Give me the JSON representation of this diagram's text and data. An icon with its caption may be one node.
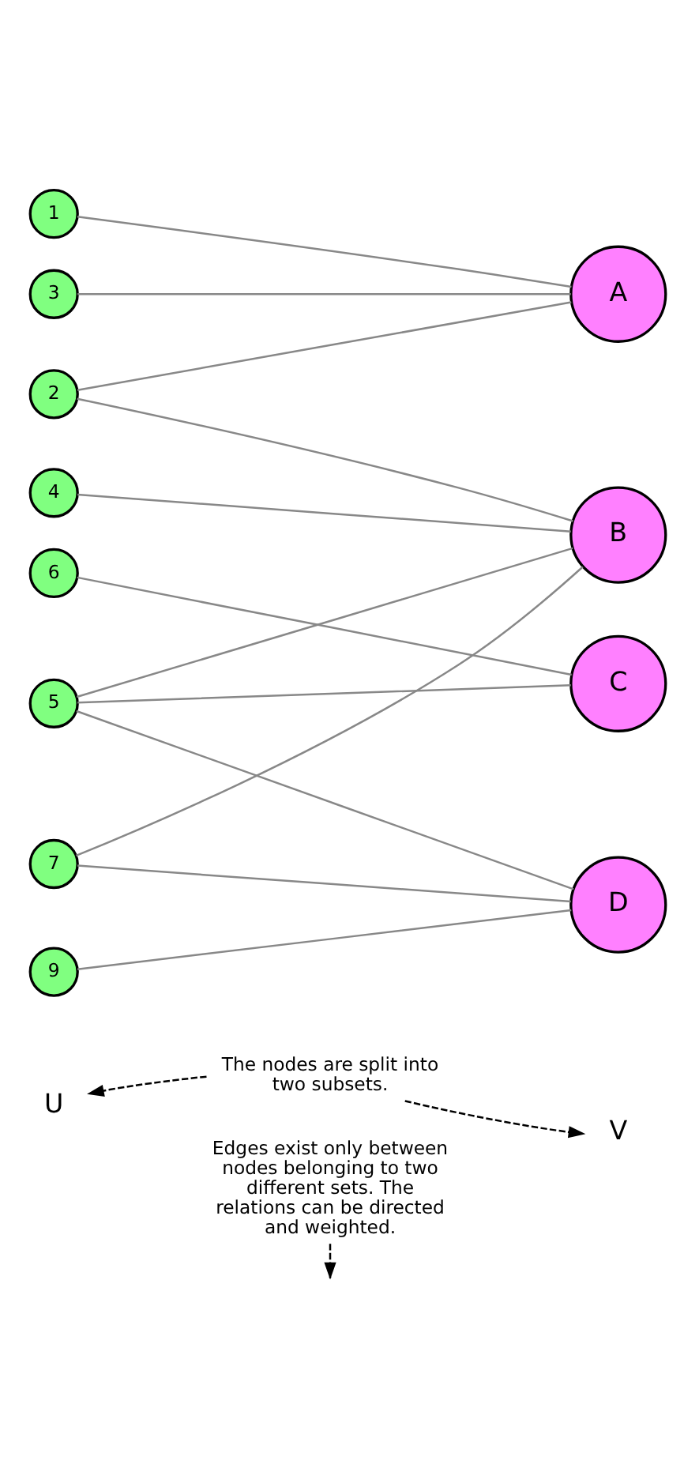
{
  "diagram": {
    "nodes": [
      {
        "text": [
          "U"
        ]
      },
      {
        "text": [
          "V"
        ]
      },
      {
        "text": [
          "The nodes are split into two subsets."
        ]
      },
      {
        "text": [
          "1"
        ]
      },
      {
        "text": [
          "2"
        ]
      },
      {
        "text": [
          "3"
        ]
      },
      {
        "text": [
          "4"
        ]
      },
      {
        "text": [
          "5"
        ]
      },
      {
        "text": [
          "6"
        ]
      },
      {
        "text": [
          "7"
        ]
      },
      {
        "text": [
          "9"
        ]
      },
      {
        "text": [
          "A"
        ]
      },
      {
        "text": [
          "B"
        ]
      },
      {
        "text": [
          "C"
        ]
      },
      {
        "text": [
          "D"
        ]
      },
      {
        "text": [
          "Edges exist only between nodes belonging to two different sets. The relations can be directed and weighted."
        ]
      }
    ],
    "edges": [
      {
        "from": 2,
        "to": 0,
        "arrow": "to",
        "style": "dashed",
        "color": "#000000"
      },
      {
        "from": 2,
        "to": 1,
        "arrow": "to",
        "style": "dashed",
        "color": "#000000"
      },
      {
        "from": 3,
        "to": 11,
        "arrow": "none"
      },
      {
        "from": 4,
        "to": 11,
        "arrow": "none"
      },
      {
        "from": 4,
        "to": 12,
        "arrow": "none"
      },
      {
        "from": 5,
        "to": 11,
        "arrow": "none"
      },
      {
        "from": 6,
        "to": 12,
        "arrow": "none"
      },
      {
        "from": 7,
        "to": 12,
        "arrow": "none"
      },
      {
        "from": 7,
        "to": 13,
        "arrow": "none"
      },
      {
        "from": 7,
        "to": 14,
        "arrow": "none"
      },
      {
        "from": 8,
        "to": 13,
        "arrow": "none"
      },
      {
        "from": 9,
        "to": 12,
        "arrow": "none"
      },
      {
        "from": 9,
        "to": 14,
        "arrow": "none"
      },
      {
        "from": 10,
        "to": 14,
        "arrow": "none"
      },
      {
        "from": 15,
        "to": null,
        "arrow": "to",
        "style": "dashed",
        "color": "#000000"
      }
    ]
  }
}
